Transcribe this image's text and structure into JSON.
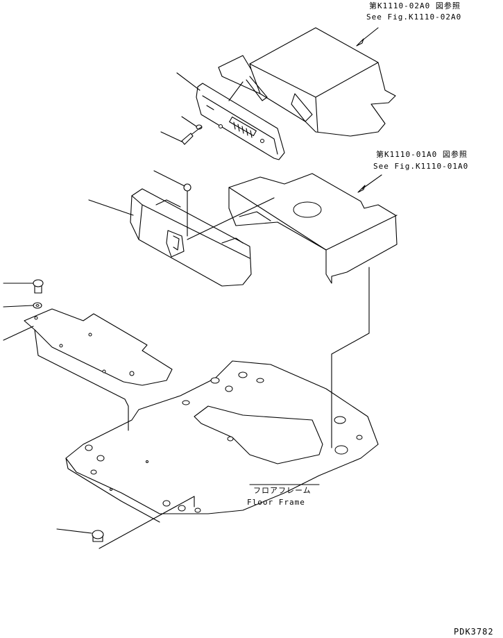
{
  "diagram": {
    "callout_top_jp": "第K1110-02A0 図参照",
    "callout_top_en": "See Fig.K1110-02A0",
    "callout_mid_jp": "第K1110-01A0 図参照",
    "callout_mid_en": "See Fig.K1110-01A0",
    "floor_frame_jp": "フロアフレーム",
    "floor_frame_en": "Floor Frame",
    "drawing_code": "PDK3782"
  }
}
